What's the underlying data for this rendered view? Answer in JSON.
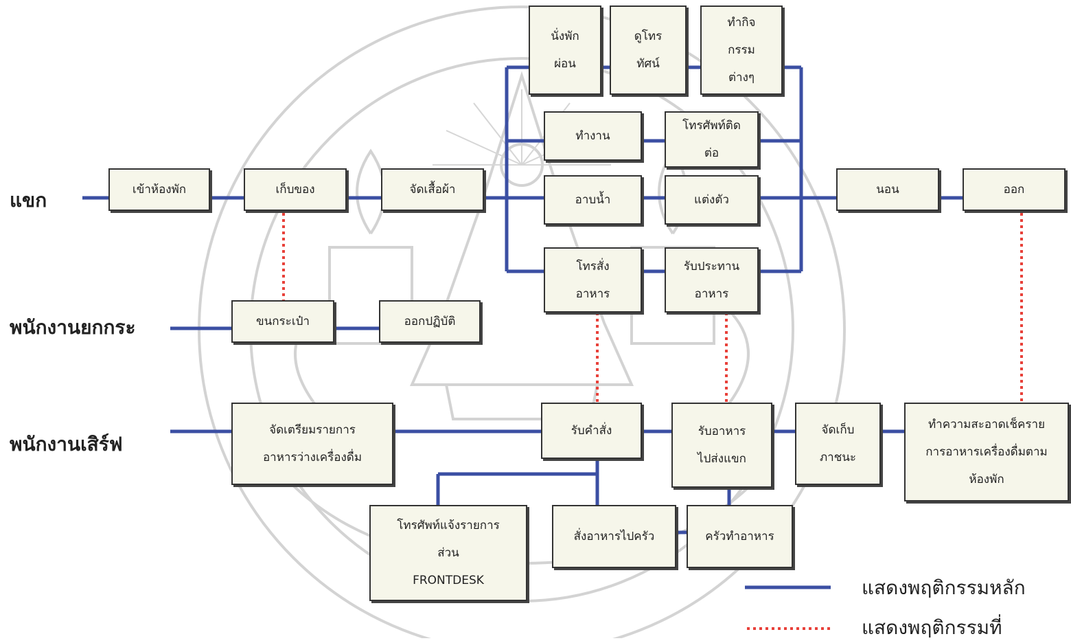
{
  "lanes": {
    "guest": "แขก",
    "bellboy": "พนักงานยกกระ",
    "server": "พนักงานเสิร์ฟ"
  },
  "boxes": {
    "enter_room": "เข้าห้องพัก",
    "store_items": "เก็บของ",
    "arrange_clothes": "จัดเสื้อผ้า",
    "relax_1": "นั่งพัก",
    "relax_2": "ผ่อน",
    "tv_1": "ดูโทร",
    "tv_2": "ทัศน์",
    "activities_1": "ทำกิจ",
    "activities_2": "กรรม",
    "activities_3": "ต่างๆ",
    "work": "ทำงาน",
    "phone_contact_1": "โทรศัพท์ติด",
    "phone_contact_2": "ต่อ",
    "bath": "อาบน้ำ",
    "dress": "แต่งตัว",
    "order_food_1": "โทรสั่ง",
    "order_food_2": "อาหาร",
    "eat_1": "รับประทาน",
    "eat_2": "อาหาร",
    "sleep": "นอน",
    "leave": "ออก",
    "carry_luggage": "ขนกระเป๋า",
    "off_duty": "ออกปฏิบัติ",
    "prepare_menu_1": "จัดเตรียมรายการ",
    "prepare_menu_2": "อาหารว่างเครื่องดื่ม",
    "take_order": "รับคำสั่ง",
    "deliver_food_1": "รับอาหาร",
    "deliver_food_2": "ไปส่งแขก",
    "collect_dishes_1": "จัดเก็บ",
    "collect_dishes_2": "ภาชนะ",
    "check_minibar_1": "ทำความสะอาดเช็คราย",
    "check_minibar_2": "การอาหารเครื่องดื่มตาม",
    "check_minibar_3": "ห้องพัก",
    "phone_frontdesk_1": "โทรศัพท์แจ้งรายการ",
    "phone_frontdesk_2": "ส่วน",
    "phone_frontdesk_3": "FRONTDESK",
    "order_kitchen": "สั่งอาหารไปครัว",
    "kitchen_cook": "ครัวทำอาหาร"
  },
  "legend": {
    "main": "แสดงพฤติกรรมหลัก",
    "secondary": "แสดงพฤติกรรมที่"
  },
  "colors": {
    "main_line": "#3b4fa3",
    "secondary_line": "#e8413a",
    "box_fill": "#f6f6ea"
  }
}
